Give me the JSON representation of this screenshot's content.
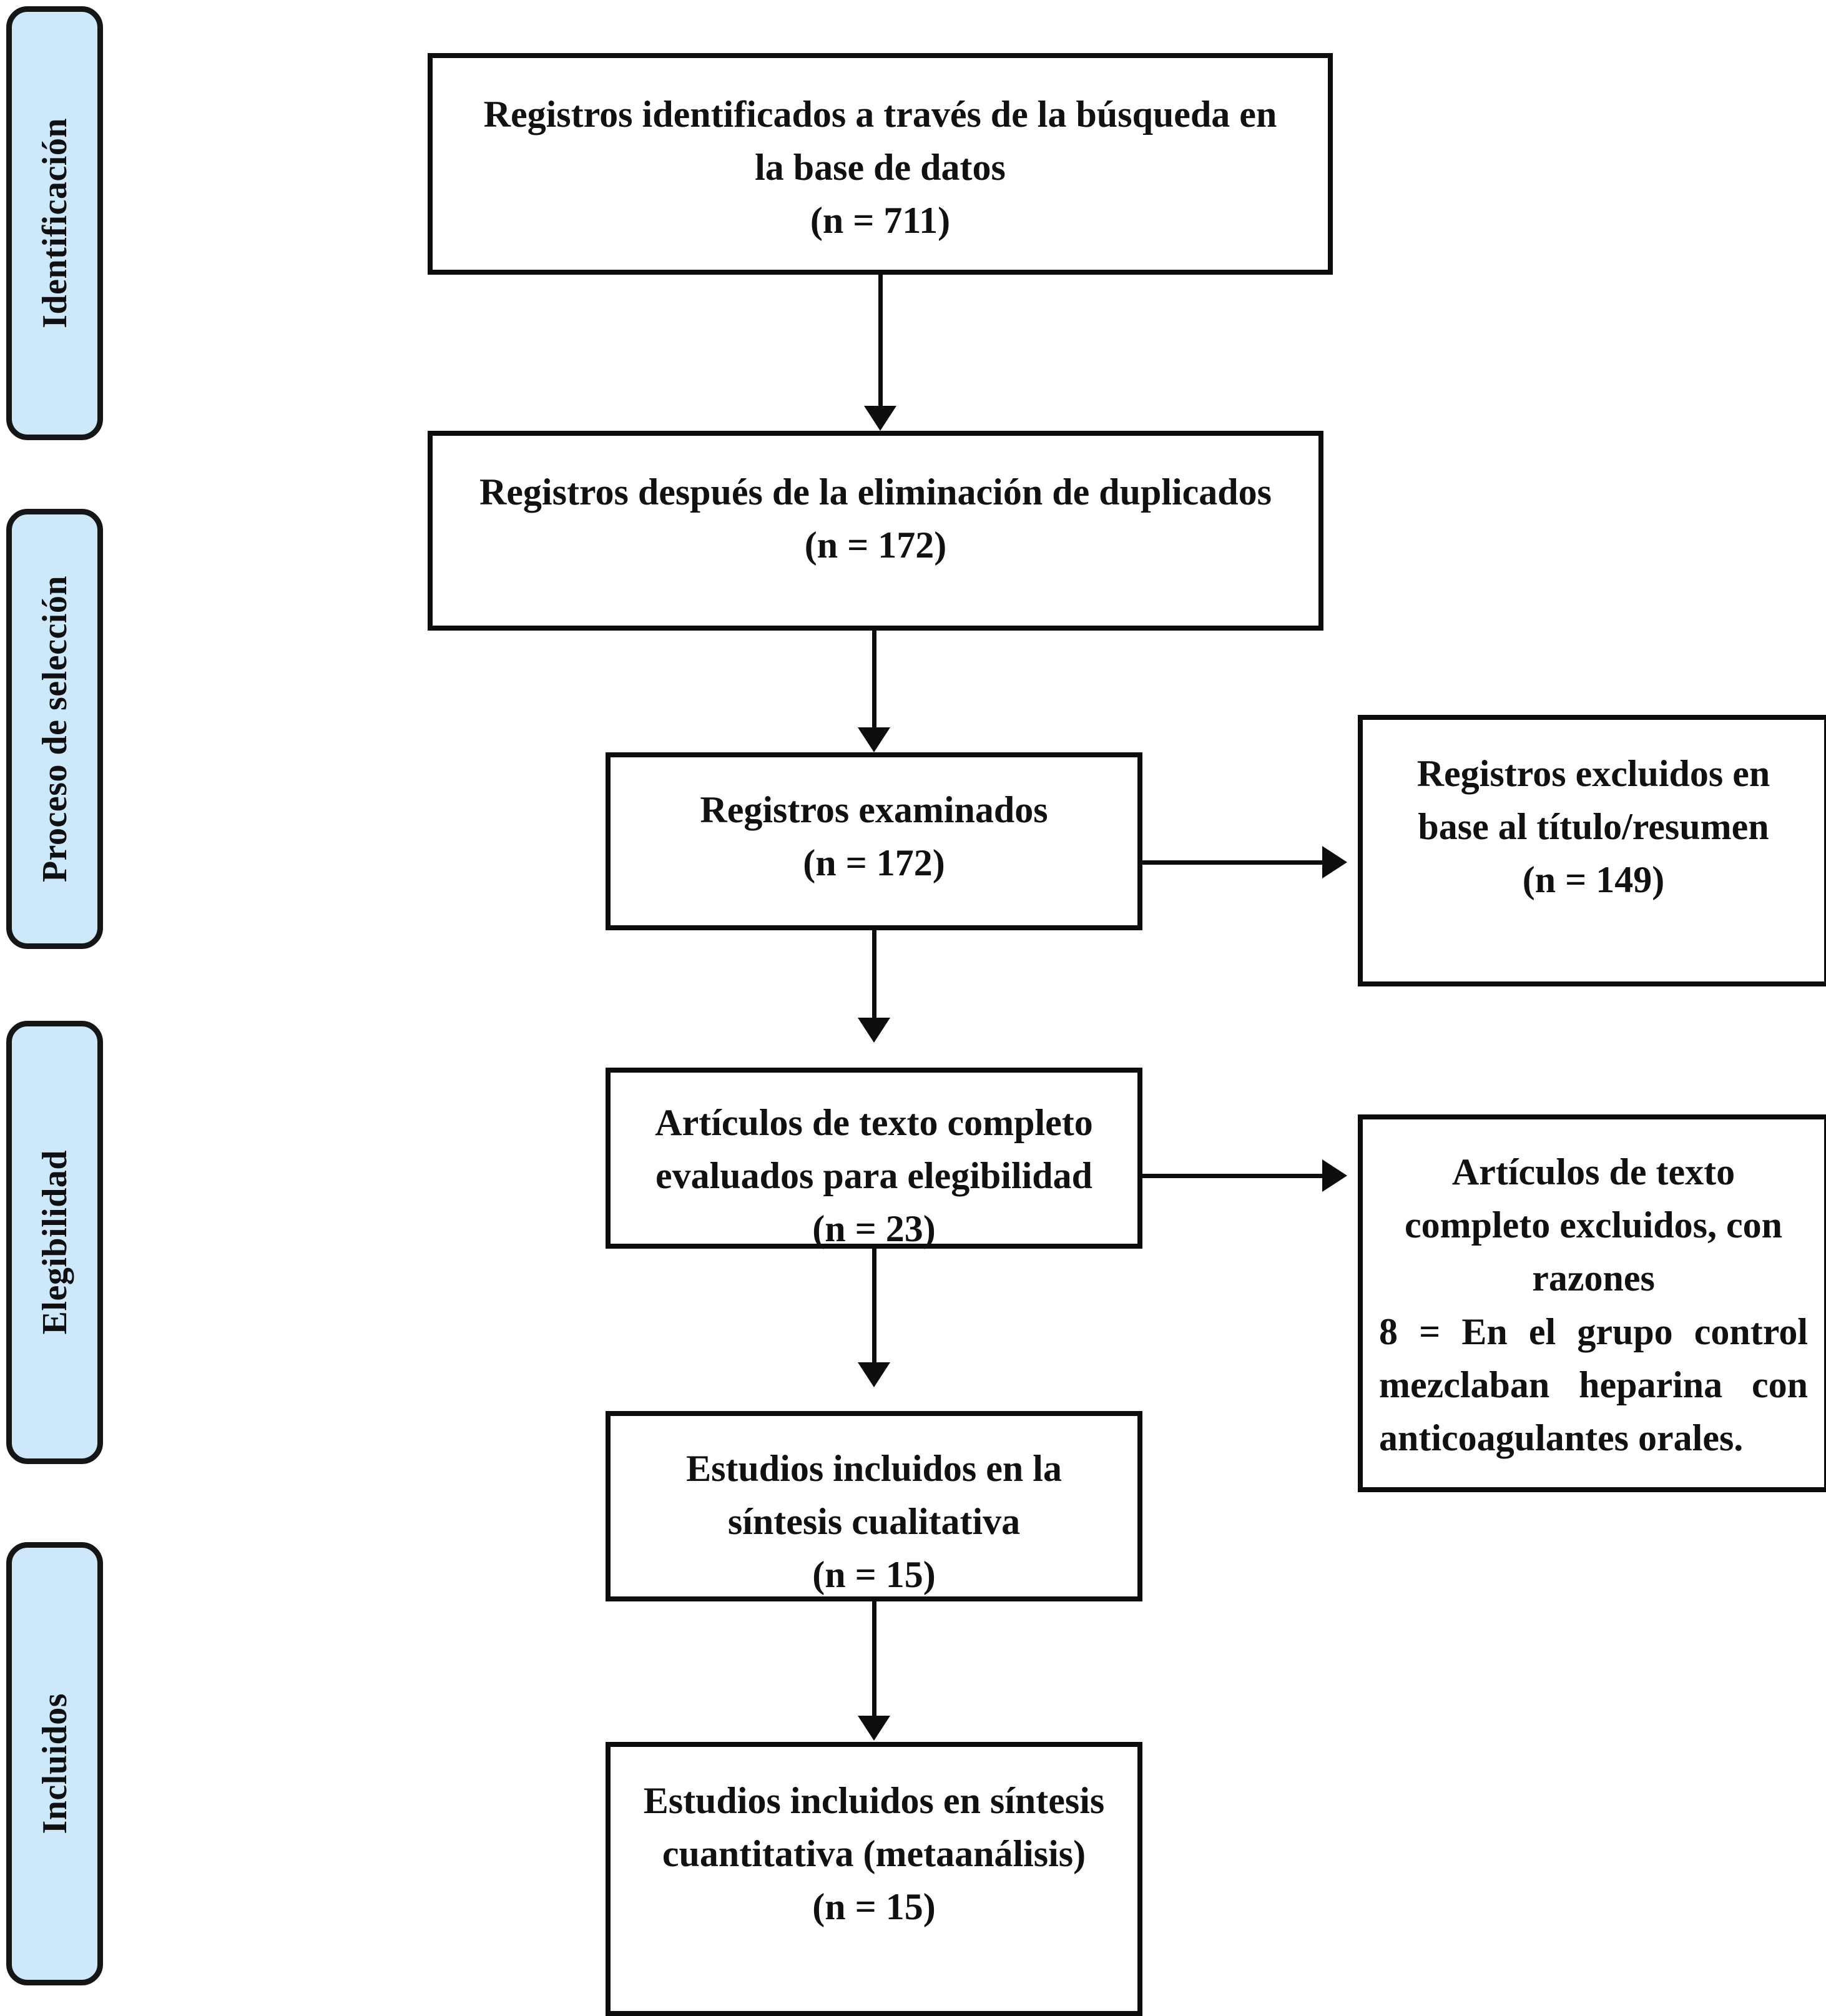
{
  "diagram": {
    "type": "prisma-flow-diagram",
    "language": "es",
    "stages": [
      {
        "id": "identificacion",
        "label": "Identificación"
      },
      {
        "id": "proceso-de-seleccion",
        "label": "Proceso de selección"
      },
      {
        "id": "elegibilidad",
        "label": "Elegibilidad"
      },
      {
        "id": "incluidos",
        "label": "Incluidos"
      }
    ],
    "boxes": {
      "records_identified": {
        "line1": "Registros identificados a través de la búsqueda en",
        "line2": "la base de datos",
        "count": "(n = 711)",
        "n": 711
      },
      "records_after_duplicates": {
        "line1": "Registros después de la eliminación de duplicados",
        "count": "(n = 172)",
        "n": 172
      },
      "records_screened": {
        "line1": "Registros examinados",
        "count": "(n = 172)",
        "n": 172
      },
      "records_excluded": {
        "line1": "Registros excluidos en",
        "line2": "base al título/resumen",
        "count": "(n = 149)",
        "n": 149
      },
      "fulltext_assessed": {
        "line1": "Artículos de texto completo",
        "line2": "evaluados para elegibilidad",
        "count": "(n = 23)",
        "n": 23
      },
      "fulltext_excluded": {
        "line1": "Artículos de texto",
        "line2": "completo excluidos, con",
        "line3": "razones",
        "reason": "8 = En el grupo control mezclaban heparina con anticoagulantes orales.",
        "reason_n": 8
      },
      "qualitative_synthesis": {
        "line1": "Estudios incluidos en la",
        "line2": "síntesis cualitativa",
        "count": "(n = 15)",
        "n": 15
      },
      "quantitative_synthesis": {
        "line1": "Estudios incluidos en síntesis",
        "line2": "cuantitativa (metaanálisis)",
        "count": "(n = 15)",
        "n": 15
      }
    },
    "colors": {
      "stage_fill": "#cde8f9",
      "stroke": "#0d0d0d",
      "background": "#ffffff"
    }
  }
}
